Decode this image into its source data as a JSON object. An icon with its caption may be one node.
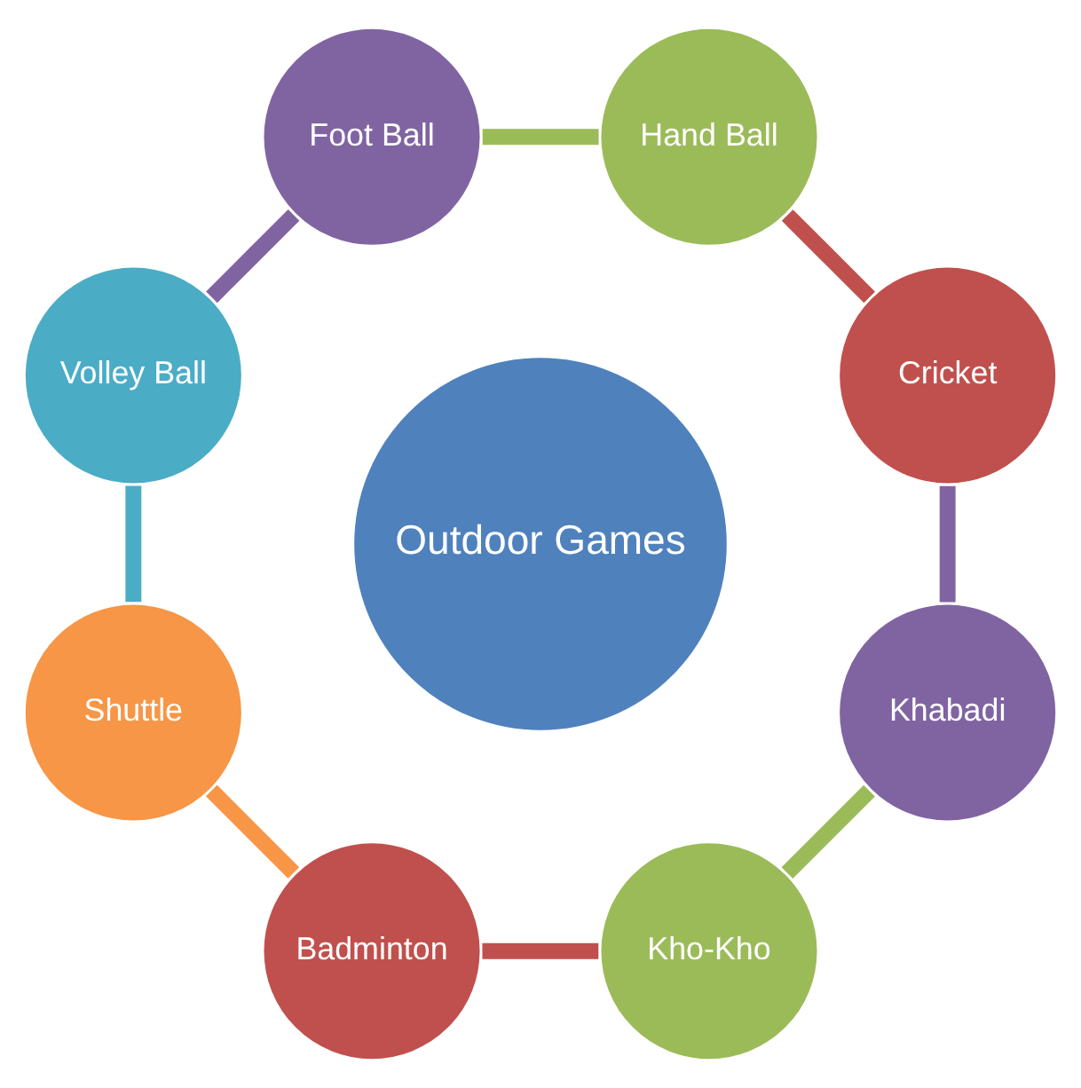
{
  "diagram": {
    "nodes": [
      {
        "text": [
          "Outdoor Games"
        ]
      },
      {
        "text": [
          "Cricket"
        ]
      },
      {
        "text": [
          "Hand Ball"
        ]
      },
      {
        "text": [
          "Foot Ball"
        ]
      },
      {
        "text": [
          "Volley Ball"
        ]
      },
      {
        "text": [
          "Shuttle"
        ]
      },
      {
        "text": [
          "Badminton"
        ]
      },
      {
        "text": [
          "Kho-Kho"
        ]
      },
      {
        "text": [
          "Khabadi"
        ]
      }
    ],
    "edges": [
      {
        "from": 1,
        "to": 2,
        "arrow": "none",
        "color": "#c0504d"
      },
      {
        "from": 2,
        "to": 3,
        "arrow": "none",
        "color": "#9bbb59"
      },
      {
        "from": 3,
        "to": 4,
        "arrow": "none",
        "color": "#8064a2"
      },
      {
        "from": 4,
        "to": 5,
        "arrow": "none",
        "color": "#4bacc6"
      },
      {
        "from": 5,
        "to": 6,
        "arrow": "none",
        "color": "#f79646"
      },
      {
        "from": 6,
        "to": 7,
        "arrow": "none",
        "color": "#c0504d"
      },
      {
        "from": 7,
        "to": 8,
        "arrow": "none",
        "color": "#9bbb59"
      },
      {
        "from": 8,
        "to": 1,
        "arrow": "none",
        "color": "#8064a2"
      }
    ]
  }
}
